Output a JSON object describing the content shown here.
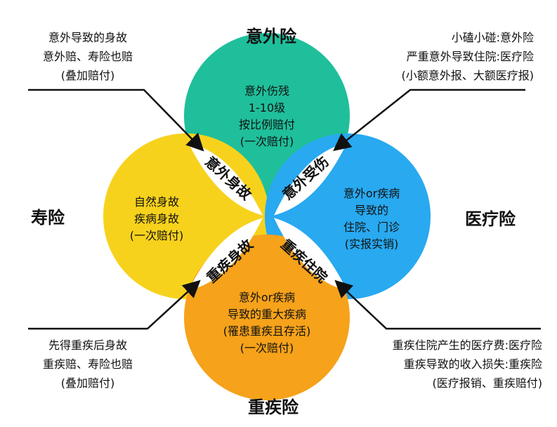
{
  "titles": {
    "top": "意外险",
    "left": "寿险",
    "right": "医疗险",
    "bottom": "重疾险"
  },
  "circles": {
    "top": [
      "意外伤残",
      "1-10级",
      "按比例赔付",
      "(一次赔付)"
    ],
    "left": [
      "自然身故",
      "疾病身故",
      "(一次赔付)"
    ],
    "right": [
      "意外or疾病",
      "导致的",
      "住院、门诊",
      "(实报实销)"
    ],
    "bottom": [
      "意外or疾病",
      "导致的重大疾病",
      "(罹患重疾且存活)",
      "(一次赔付)"
    ]
  },
  "lenses": {
    "top_left": "意外身故",
    "top_right": "意外受伤",
    "bottom_left": "重疾身故",
    "bottom_right": "重疾住院"
  },
  "notes": {
    "top_left": [
      "意外导致的身故",
      "意外赔、寿险也赔",
      "(叠加赔付)"
    ],
    "top_right": [
      "小磕小碰:意外险",
      "严重意外导致住院:医疗险",
      "(小额意外报、大额医疗报)"
    ],
    "bottom_left": [
      "先得重疾后身故",
      "重疾赔、寿险也赔",
      "(叠加赔付)"
    ],
    "bottom_right": [
      "重疾住院产生的医疗费:医疗险",
      "重疾导致的收入损失:重疾险",
      "(医疗报销、重疾赔付)"
    ]
  },
  "colors": {
    "top_circle": "#1fbf9b",
    "left_circle": "#f7d21c",
    "right_circle": "#28a9f0",
    "bottom_circle": "#f6a21a",
    "lens": "#ffffff",
    "line": "#111111"
  }
}
